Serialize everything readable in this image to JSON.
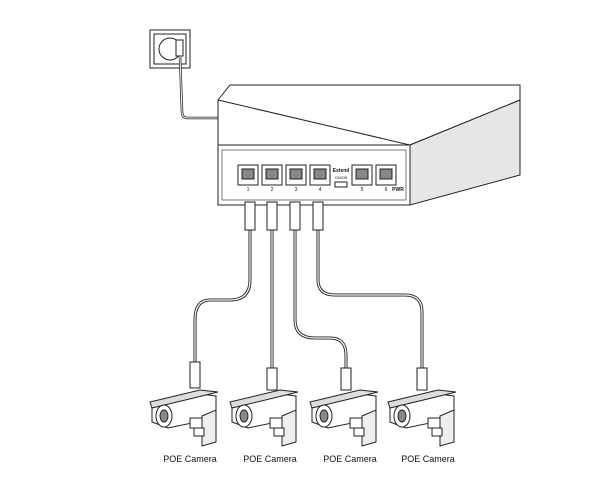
{
  "switch": {
    "port_numbers": [
      "1",
      "2",
      "3",
      "4",
      "5",
      "6"
    ],
    "extend_label": "Extend",
    "switch_label": "ON/Off",
    "power_label": "PWR"
  },
  "cameras": [
    {
      "label": "POE Camera"
    },
    {
      "label": "POE Camera"
    },
    {
      "label": "POE Camera"
    },
    {
      "label": "POE Camera"
    }
  ],
  "colors": {
    "line": "#222222",
    "fill": "#ffffff",
    "shade": "#dddddd"
  }
}
